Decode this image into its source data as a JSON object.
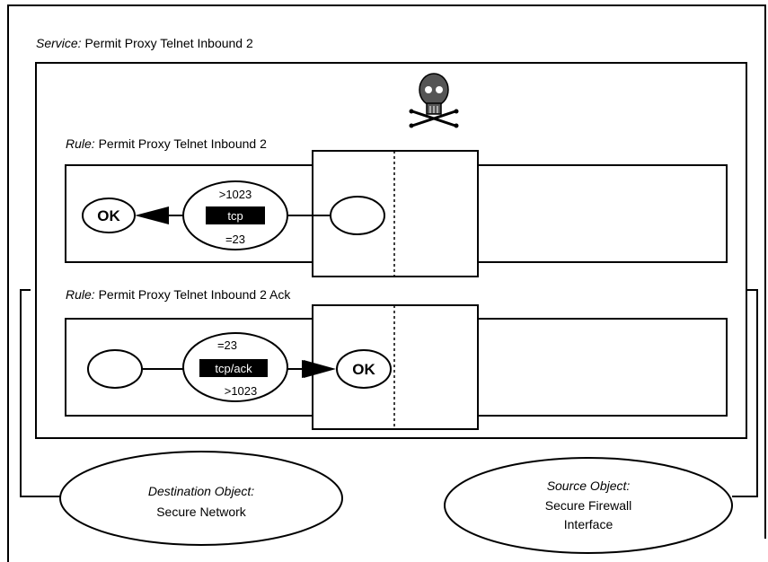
{
  "service": {
    "prefix": "Service:",
    "name": "Permit Proxy Telnet Inbound 2"
  },
  "rules": [
    {
      "prefix": "Rule:",
      "name": "Permit Proxy Telnet Inbound 2",
      "port_top": ">1023",
      "protocol": "tcp",
      "port_bottom": "=23",
      "endpoint_label": "OK"
    },
    {
      "prefix": "Rule:",
      "name": "Permit Proxy Telnet Inbound 2 Ack",
      "port_top": "=23",
      "protocol": "tcp/ack",
      "port_bottom": ">1023",
      "endpoint_label": "OK"
    }
  ],
  "destination": {
    "heading": "Destination Object:",
    "line1": "Secure Network"
  },
  "source": {
    "heading": "Source Object:",
    "line1": "Secure Firewall",
    "line2": "Interface"
  },
  "icons": {
    "service_icon": "skull-crossbones-icon"
  }
}
